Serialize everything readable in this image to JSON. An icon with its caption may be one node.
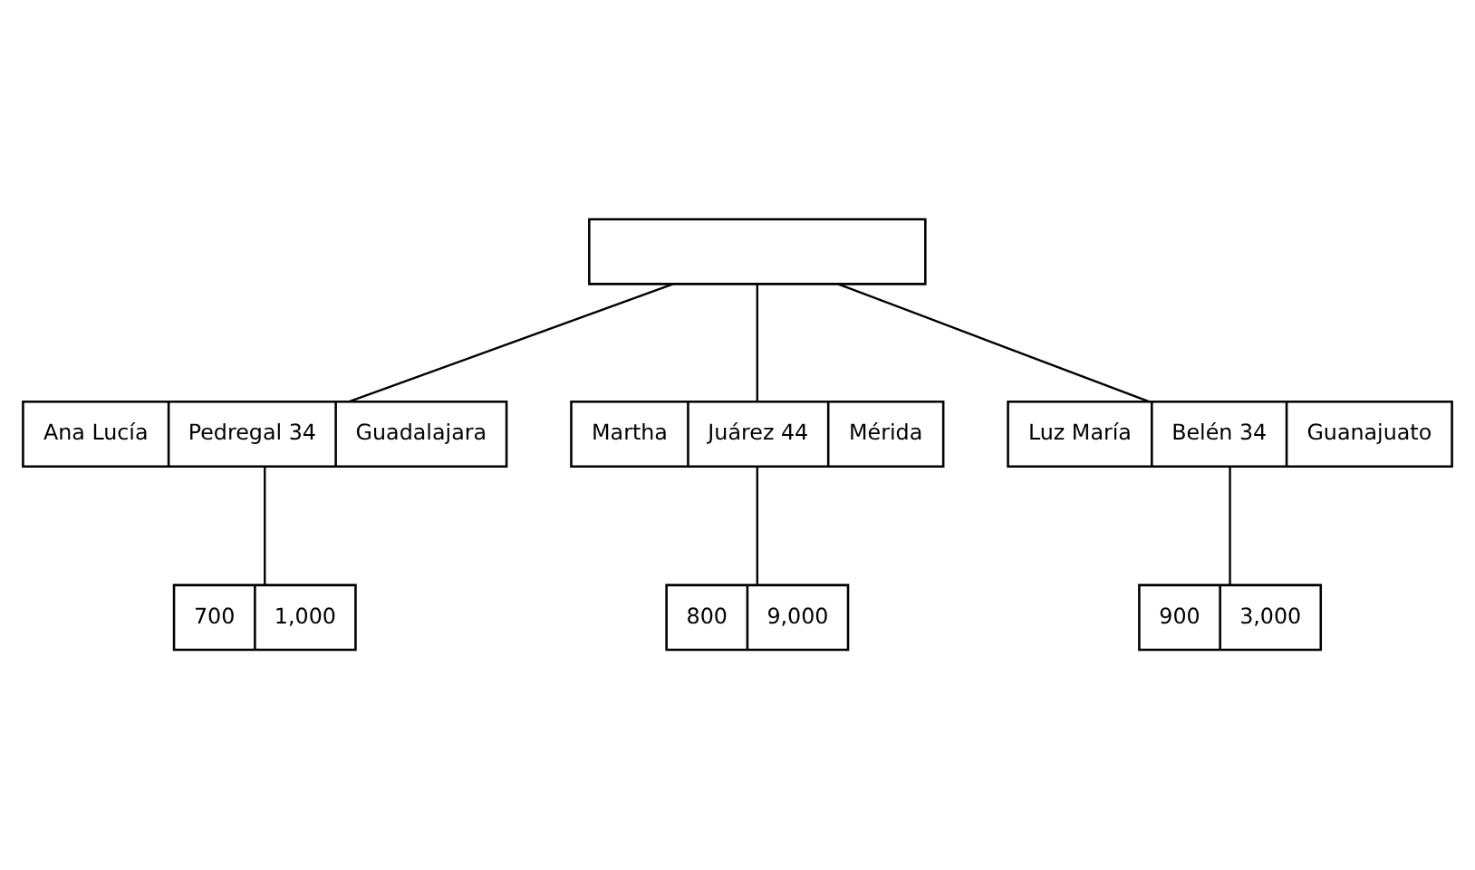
{
  "diagram": {
    "nodes": [
      {
        "text": [],
        "shape": "box"
      },
      {
        "text": [
          "Ana Lucía",
          "Pedregal 34",
          "Guadalajara"
        ]
      },
      {
        "text": [
          "Martha",
          "Juárez 44",
          "Mérida"
        ]
      },
      {
        "text": [
          "Luz María",
          "Belén 34",
          "Guanajuato"
        ]
      },
      {
        "text": [
          "700",
          "1,000"
        ]
      },
      {
        "text": [
          "800",
          "9,000"
        ]
      },
      {
        "text": [
          "900",
          "3,000"
        ]
      }
    ],
    "edges": [
      {
        "from": 0,
        "to": 1,
        "arrow": "none"
      },
      {
        "from": 0,
        "to": 2,
        "arrow": "none"
      },
      {
        "from": 0,
        "to": 3,
        "arrow": "none"
      },
      {
        "from": 1,
        "to": 4,
        "arrow": "none"
      },
      {
        "from": 2,
        "to": 5,
        "arrow": "none"
      },
      {
        "from": 3,
        "to": 6,
        "arrow": "none"
      }
    ]
  }
}
